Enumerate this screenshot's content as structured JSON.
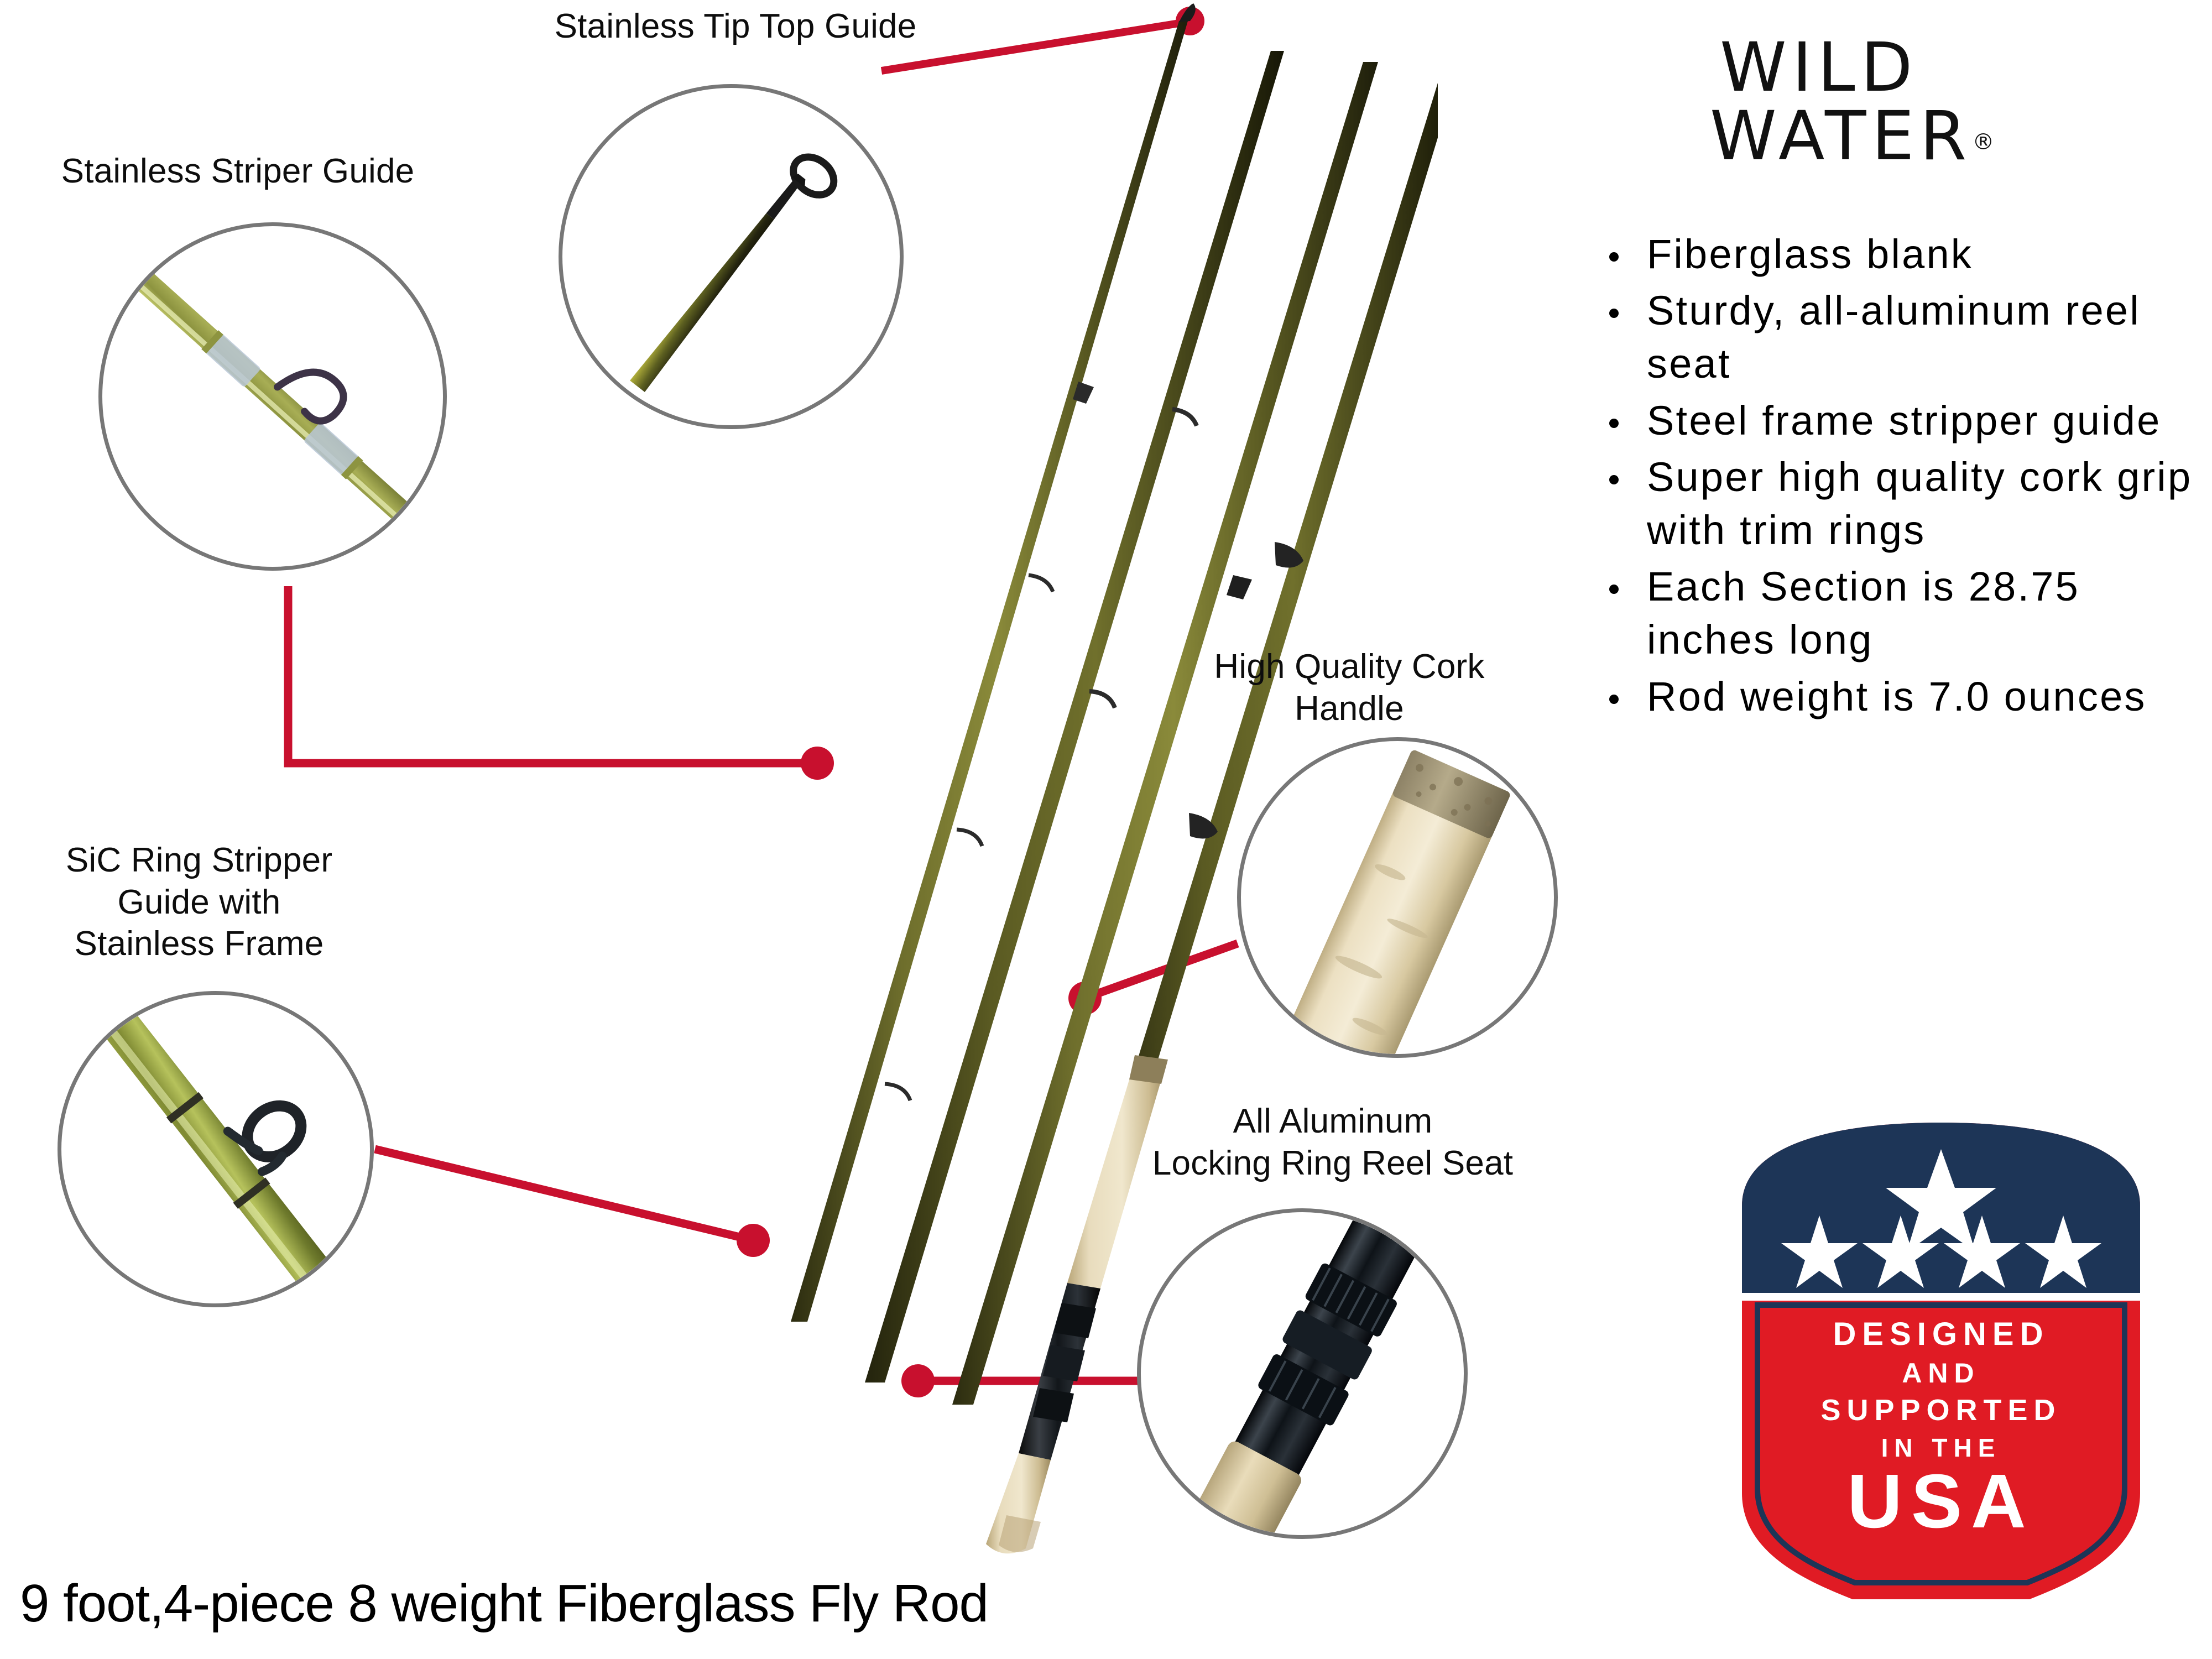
{
  "brand": {
    "line1": "WILD",
    "line2": "WATER",
    "registered": "®"
  },
  "features": [
    "Fiberglass blank",
    "Sturdy, all-aluminum reel seat",
    "Steel frame stripper guide",
    "Super high quality cork grip with trim rings",
    "Each Section is 28.75 inches long",
    "Rod weight is 7.0 ounces"
  ],
  "callouts": [
    {
      "id": "stainless-striper-guide",
      "label": "Stainless Striper Guide"
    },
    {
      "id": "stainless-tip-top-guide",
      "label": "Stainless Tip Top Guide"
    },
    {
      "id": "sic-ring-stripper-guide",
      "label": "SiC Ring Stripper\nGuide with\nStainless Frame"
    },
    {
      "id": "high-quality-cork-handle",
      "label": "High Quality Cork\nHandle"
    },
    {
      "id": "all-aluminum-reel-seat",
      "label": "All Aluminum\nLocking Ring Reel Seat"
    }
  ],
  "caption": "9 foot,4-piece 8 weight Fiberglass Fly Rod",
  "badge": {
    "line1": "DESIGNED",
    "line2": "AND",
    "line3": "SUPPORTED",
    "line4": "IN THE",
    "line5": "USA",
    "star_count_small": 4,
    "star_count_large": 1
  },
  "colors": {
    "leader_red": "#c8102e",
    "inset_border_gray": "#777777",
    "badge_navy": "#1d3557",
    "badge_red": "#e01b24",
    "rod_olive": "#5c5c22",
    "cork_tan": "#e3d6b4"
  }
}
